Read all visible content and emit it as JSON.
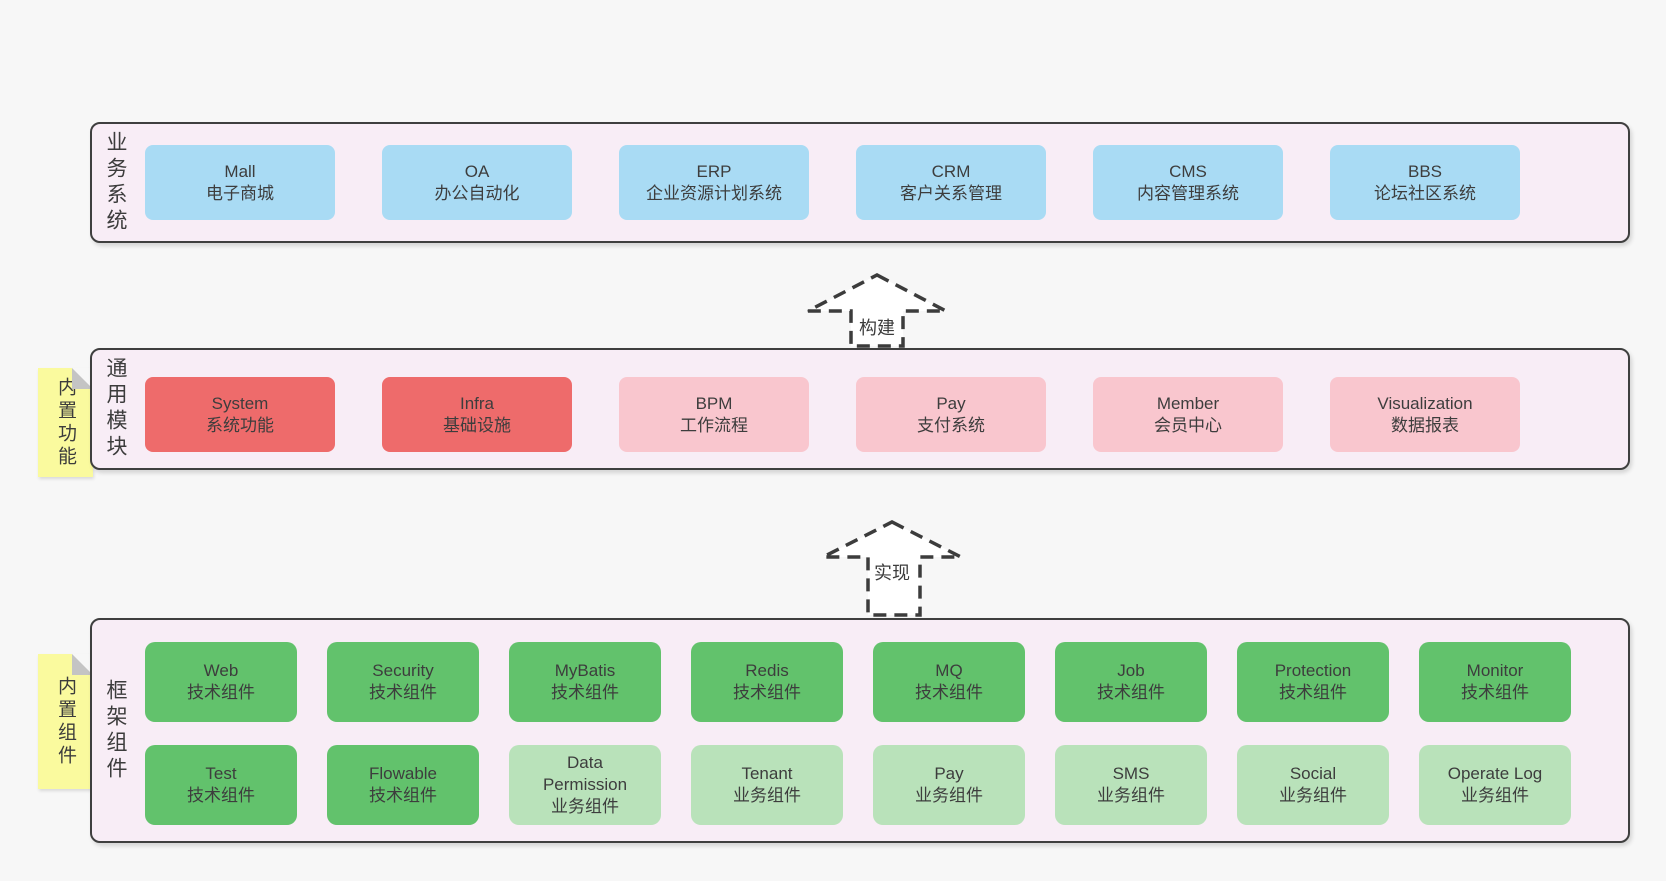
{
  "diagram": {
    "title": "framework architecture diagram",
    "colors": {
      "page_bg": "#f7f7f7",
      "container_bg": "#f8edf6",
      "container_border": "#3f3f3f",
      "blue_box": "#a9dbf4",
      "red_box": "#ee6b6b",
      "pink_box": "#f9c6ce",
      "green_box": "#62c26c",
      "light_green_box": "#b9e2ba",
      "note_yellow": "#fafa9e",
      "text": "#3d3d3d"
    },
    "arrows": [
      {
        "label": "构建"
      },
      {
        "label": "实现"
      }
    ],
    "layers": [
      {
        "id": "business-systems",
        "label": "业务系统",
        "boxes": [
          {
            "title": "Mall",
            "subtitle": "电子商城",
            "variant": "blue"
          },
          {
            "title": "OA",
            "subtitle": "办公自动化",
            "variant": "blue"
          },
          {
            "title": "ERP",
            "subtitle": "企业资源计划系统",
            "variant": "blue"
          },
          {
            "title": "CRM",
            "subtitle": "客户关系管理",
            "variant": "blue"
          },
          {
            "title": "CMS",
            "subtitle": "内容管理系统",
            "variant": "blue"
          },
          {
            "title": "BBS",
            "subtitle": "论坛社区系统",
            "variant": "blue"
          }
        ]
      },
      {
        "id": "common-modules",
        "label": "通用模块",
        "note": "内置功能",
        "boxes": [
          {
            "title": "System",
            "subtitle": "系统功能",
            "variant": "red"
          },
          {
            "title": "Infra",
            "subtitle": "基础设施",
            "variant": "red"
          },
          {
            "title": "BPM",
            "subtitle": "工作流程",
            "variant": "pink"
          },
          {
            "title": "Pay",
            "subtitle": "支付系统",
            "variant": "pink"
          },
          {
            "title": "Member",
            "subtitle": "会员中心",
            "variant": "pink"
          },
          {
            "title": "Visualization",
            "subtitle": "数据报表",
            "variant": "pink"
          }
        ]
      },
      {
        "id": "framework-components",
        "label": "框架组件",
        "note": "内置组件",
        "rows": [
          [
            {
              "title": "Web",
              "subtitle": "技术组件",
              "variant": "green"
            },
            {
              "title": "Security",
              "subtitle": "技术组件",
              "variant": "green"
            },
            {
              "title": "MyBatis",
              "subtitle": "技术组件",
              "variant": "green"
            },
            {
              "title": "Redis",
              "subtitle": "技术组件",
              "variant": "green"
            },
            {
              "title": "MQ",
              "subtitle": "技术组件",
              "variant": "green"
            },
            {
              "title": "Job",
              "subtitle": "技术组件",
              "variant": "green"
            },
            {
              "title": "Protection",
              "subtitle": "技术组件",
              "variant": "green"
            },
            {
              "title": "Monitor",
              "subtitle": "技术组件",
              "variant": "green"
            }
          ],
          [
            {
              "title": "Test",
              "subtitle": "技术组件",
              "variant": "green"
            },
            {
              "title": "Flowable",
              "subtitle": "技术组件",
              "variant": "green"
            },
            {
              "title": "Data Permission",
              "subtitle": "业务组件",
              "variant": "lightgreen"
            },
            {
              "title": "Tenant",
              "subtitle": "业务组件",
              "variant": "lightgreen"
            },
            {
              "title": "Pay",
              "subtitle": "业务组件",
              "variant": "lightgreen"
            },
            {
              "title": "SMS",
              "subtitle": "业务组件",
              "variant": "lightgreen"
            },
            {
              "title": "Social",
              "subtitle": "业务组件",
              "variant": "lightgreen"
            },
            {
              "title": "Operate Log",
              "subtitle": "业务组件",
              "variant": "lightgreen"
            }
          ]
        ]
      }
    ]
  }
}
